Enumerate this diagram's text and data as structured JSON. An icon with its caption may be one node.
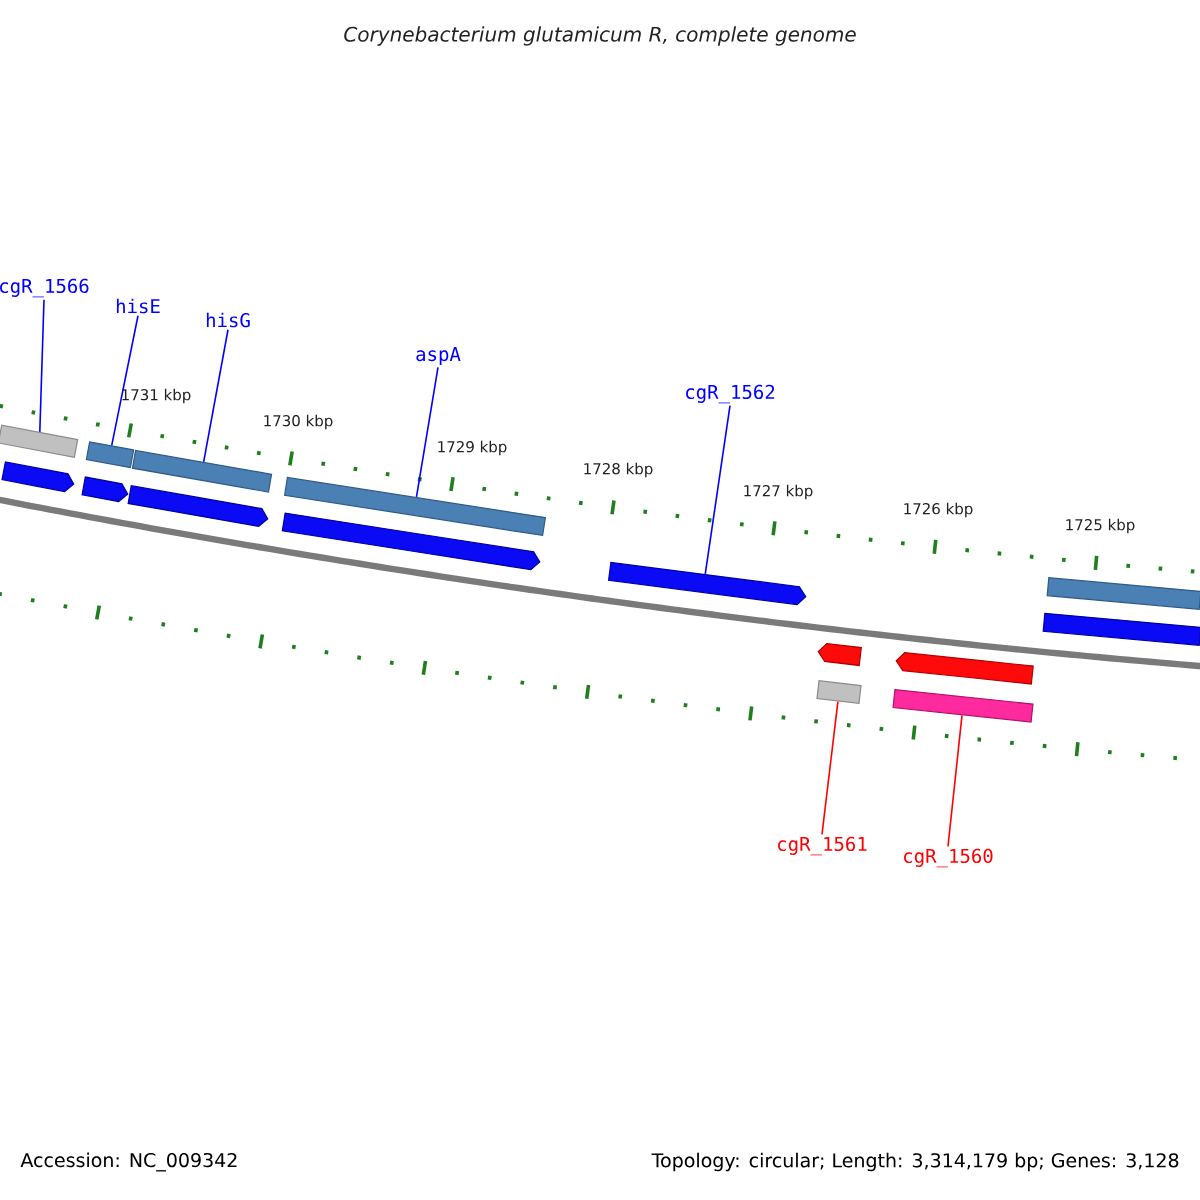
{
  "diagram": {
    "title": "Corynebacterium glutamicum R, complete genome",
    "nodes": [
      {
        "text": [
          "cgR_1566"
        ]
      },
      {
        "text": [
          "hisE"
        ]
      },
      {
        "text": [
          "hisG"
        ]
      },
      {
        "text": [
          "aspA"
        ]
      },
      {
        "text": [
          "cgR_1562"
        ]
      },
      {
        "text": [
          "cgR_1561"
        ]
      },
      {
        "text": [
          "cgR_1560"
        ]
      },
      {
        "text": [],
        "shape": "bar"
      },
      {
        "text": [],
        "shape": "bar"
      },
      {
        "text": [],
        "shape": "bar"
      },
      {
        "text": [],
        "shape": "bar"
      },
      {
        "text": [],
        "shape": "bar"
      },
      {
        "text": [],
        "shape": "pentagon"
      },
      {
        "text": [],
        "shape": "pentagon"
      },
      {
        "text": [],
        "shape": "pentagon"
      },
      {
        "text": [],
        "shape": "pentagon"
      },
      {
        "text": [],
        "shape": "pentagon"
      },
      {
        "text": [],
        "shape": "bar"
      },
      {
        "text": [],
        "shape": "pentagon"
      },
      {
        "text": [],
        "shape": "pentagon"
      },
      {
        "text": [],
        "shape": "bar"
      },
      {
        "text": [],
        "shape": "bar"
      }
    ],
    "edges": [
      {
        "from": 0,
        "to": 7,
        "arrow": "none"
      },
      {
        "from": 1,
        "to": 8,
        "arrow": "none"
      },
      {
        "from": 2,
        "to": 9,
        "arrow": "none"
      },
      {
        "from": 3,
        "to": 10,
        "arrow": "none"
      },
      {
        "from": 4,
        "to": 16,
        "arrow": "none"
      },
      {
        "from": 5,
        "to": 20,
        "arrow": "none",
        "color": "#ff0000"
      },
      {
        "from": 6,
        "to": 21,
        "arrow": "none",
        "color": "#ff0000"
      }
    ],
    "labels": [
      "1731 kbp",
      "1730 kbp",
      "1729 kbp",
      "1728 kbp",
      "1727 kbp",
      "1726 kbp",
      "1725 kbp",
      "Accession: NC_009342",
      "Topology: circular; Length: 3,314,179 bp; Genes: 3,128"
    ]
  }
}
